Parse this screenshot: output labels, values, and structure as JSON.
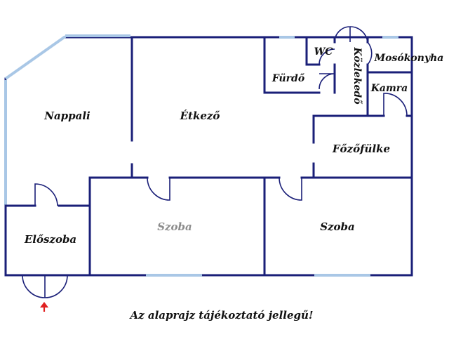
{
  "rooms": {
    "nappali": "Nappali",
    "etkezo": "Étkező",
    "furdo": "Fürdő",
    "wc": "WC",
    "kozlekedo": "Közlekedő",
    "mosokonyha": "Mosókonyha",
    "kamra": "Kamra",
    "fozofulke": "Főzőfülke",
    "eloszoba": "Előszoba",
    "szoba_1": "Szoba",
    "szoba_2": "Szoba"
  },
  "disclaimer": "Az alaprajz tájékoztató jellegű!",
  "colors": {
    "wall": "#1a1f78",
    "window": "#a9c7e6",
    "entrance_arrow": "#e02020",
    "faded_label": "#8c8c8c"
  },
  "icons": {
    "entrance": "entrance-arrow-icon"
  }
}
